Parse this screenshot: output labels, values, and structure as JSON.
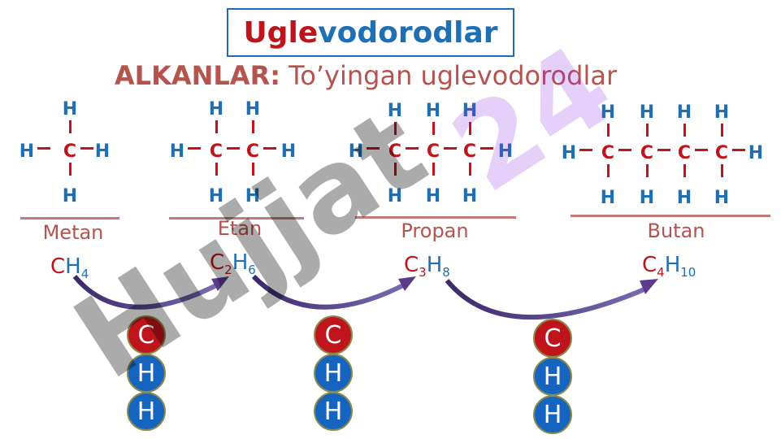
{
  "title": {
    "part1": "Ugle",
    "part2": "vodorodlar",
    "color1": "#c0141c",
    "color2": "#1f6fb5"
  },
  "subtitle": {
    "bold": "ALKANLAR:",
    "rest": " To’yingan uglevodorodlar"
  },
  "atoms": {
    "C": "C",
    "H": "H"
  },
  "molecules": [
    {
      "name": "Metan",
      "formula_c": "C",
      "formula_c_sub": "",
      "formula_h": "H",
      "formula_h_sub": "4"
    },
    {
      "name": "Etan",
      "formula_c": "C",
      "formula_c_sub": "2",
      "formula_h": "H",
      "formula_h_sub": "6"
    },
    {
      "name": "Propan",
      "formula_c": "C",
      "formula_c_sub": "3",
      "formula_h": "H",
      "formula_h_sub": "8"
    },
    {
      "name": "Butan",
      "formula_c": "C",
      "formula_c_sub": "4",
      "formula_h": "H",
      "formula_h_sub": "10"
    }
  ],
  "increment_balls": [
    "C",
    "H",
    "H"
  ],
  "watermark": {
    "text1": "Hujjat",
    "text2": "24"
  },
  "colors": {
    "carbon": "#c0141c",
    "hydrogen": "#1f6fb5",
    "arrow": "#5b3c8c",
    "name": "#b5534f"
  }
}
